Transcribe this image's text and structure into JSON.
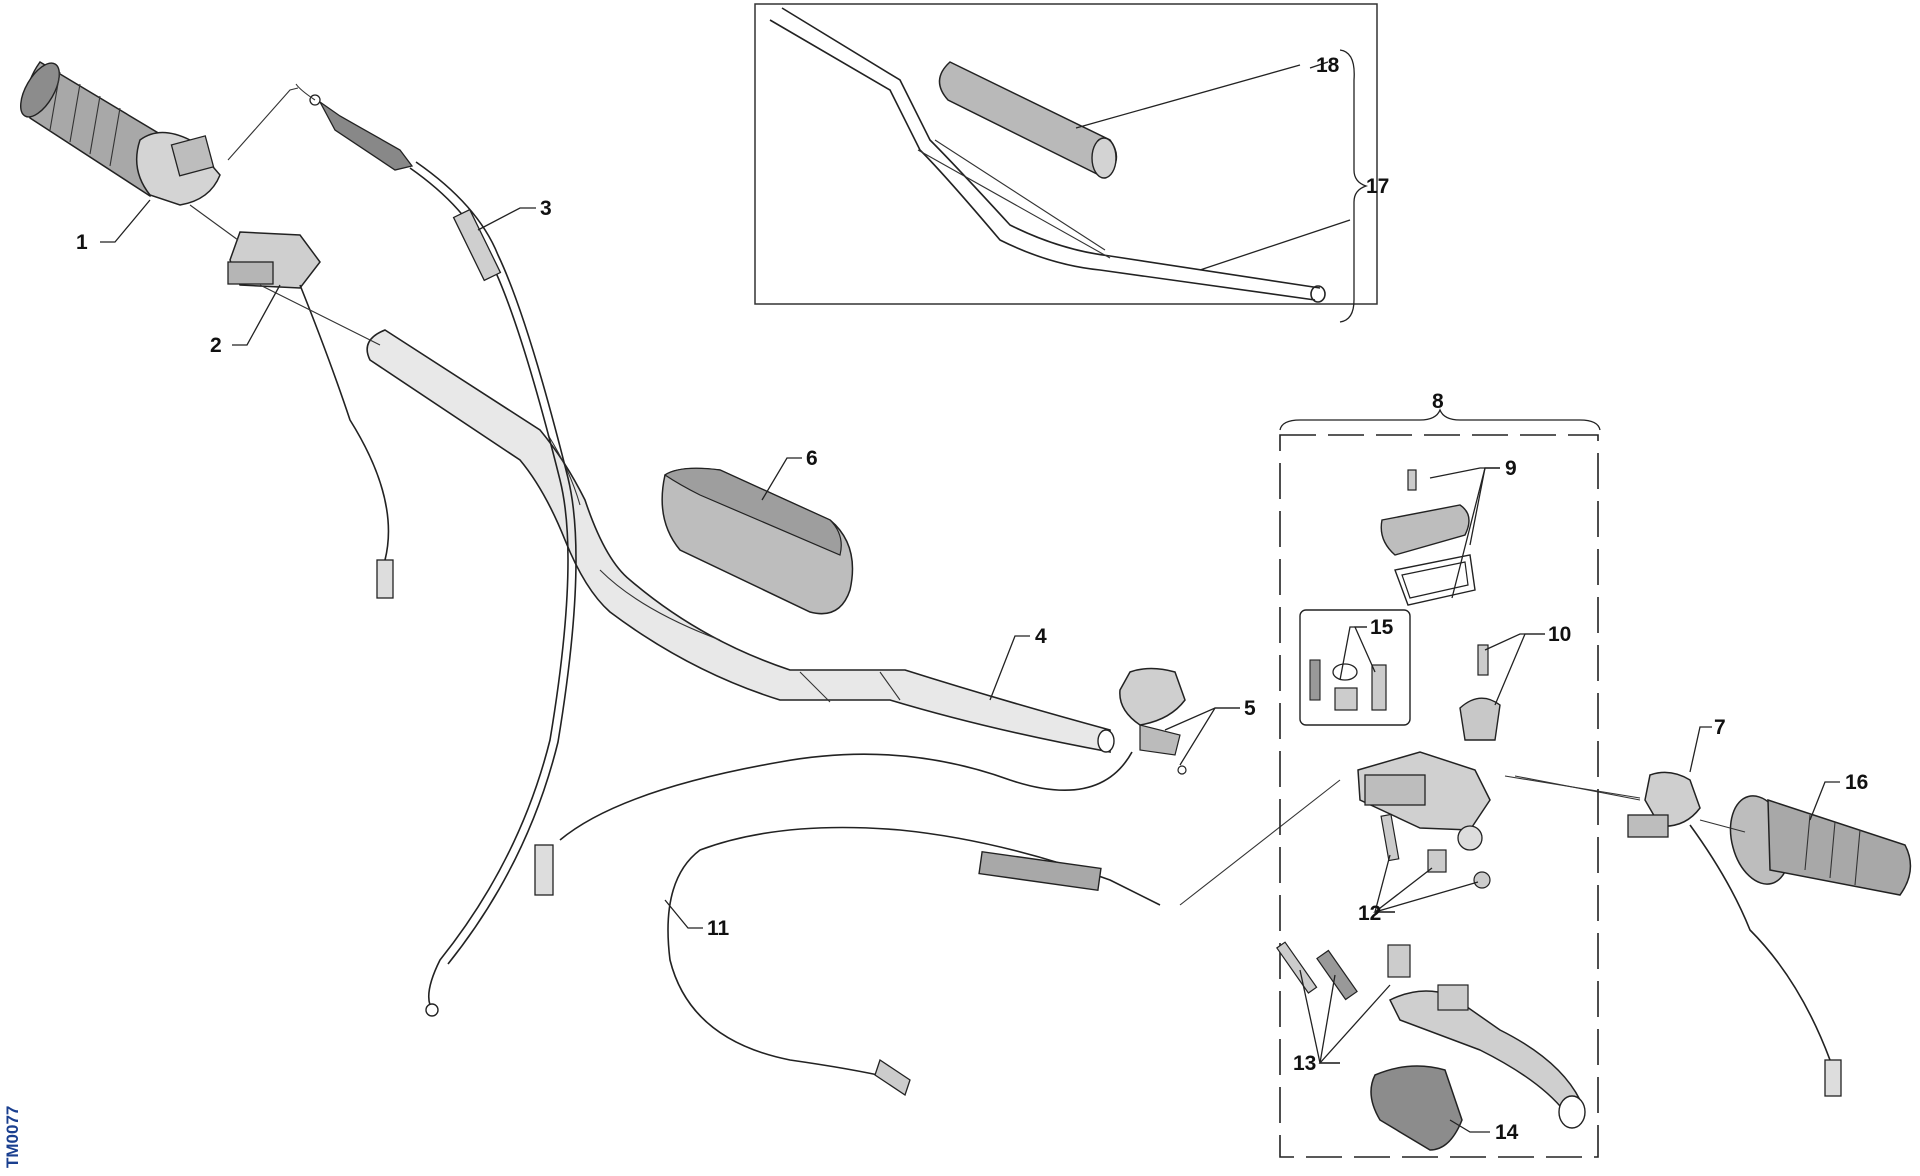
{
  "diagram": {
    "reference_code": "TM0077",
    "callouts": [
      {
        "id": "1",
        "label": "1"
      },
      {
        "id": "2",
        "label": "2"
      },
      {
        "id": "3",
        "label": "3"
      },
      {
        "id": "4",
        "label": "4"
      },
      {
        "id": "5",
        "label": "5"
      },
      {
        "id": "6",
        "label": "6"
      },
      {
        "id": "7",
        "label": "7"
      },
      {
        "id": "8",
        "label": "8"
      },
      {
        "id": "9",
        "label": "9"
      },
      {
        "id": "10",
        "label": "10"
      },
      {
        "id": "11",
        "label": "11"
      },
      {
        "id": "12",
        "label": "12"
      },
      {
        "id": "13",
        "label": "13"
      },
      {
        "id": "14",
        "label": "14"
      },
      {
        "id": "15",
        "label": "15"
      },
      {
        "id": "16",
        "label": "16"
      },
      {
        "id": "17",
        "label": "17"
      },
      {
        "id": "18",
        "label": "18"
      }
    ]
  }
}
